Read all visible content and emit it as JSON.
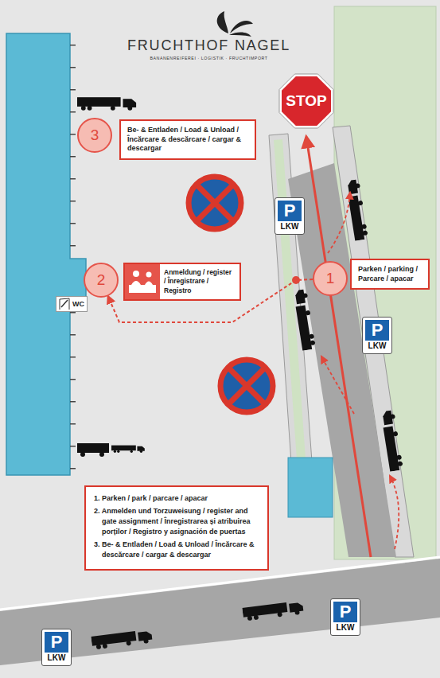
{
  "diagram": {
    "nodes": [
      {
        "text": [
          "STOP"
        ]
      },
      {
        "text": [
          "3"
        ]
      },
      {
        "text": [
          "Be- & Entladen / Load & Unload / Încărcare & descărcare / cargar & descargar"
        ]
      },
      {
        "text": [
          "P",
          "LKW"
        ]
      },
      {
        "text": [
          "2"
        ]
      },
      {
        "text": [
          "Anmeldung / register / Înregistrare / Registro"
        ]
      },
      {
        "text": [
          "1"
        ]
      },
      {
        "text": [
          "Parken / parking / Parcare / apacar"
        ]
      },
      {
        "text": [
          "WC"
        ]
      },
      {
        "text": [
          "P",
          "LKW"
        ]
      },
      {
        "text": [
          "1. Parken / park / parcare / apacar",
          "2. Anmelden und Torzuweisung / register and gate assignment / Înregistrarea și atribuirea porților / Registro y asignación de puertas",
          "3. Be- & Entladen / Load & Unload / Încărcare & descărcare / cargar & descargar"
        ]
      },
      {
        "text": [
          "P",
          "LKW"
        ]
      },
      {
        "text": [
          "P",
          "LKW"
        ]
      }
    ],
    "edges": [
      {
        "from": 6,
        "to": 4,
        "arrow": "to"
      }
    ],
    "labels": [
      "FRUCHTHOF NAGEL",
      "BANANENREIFEREI · LOGISTIK · FRUCHTIMPORT"
    ]
  }
}
